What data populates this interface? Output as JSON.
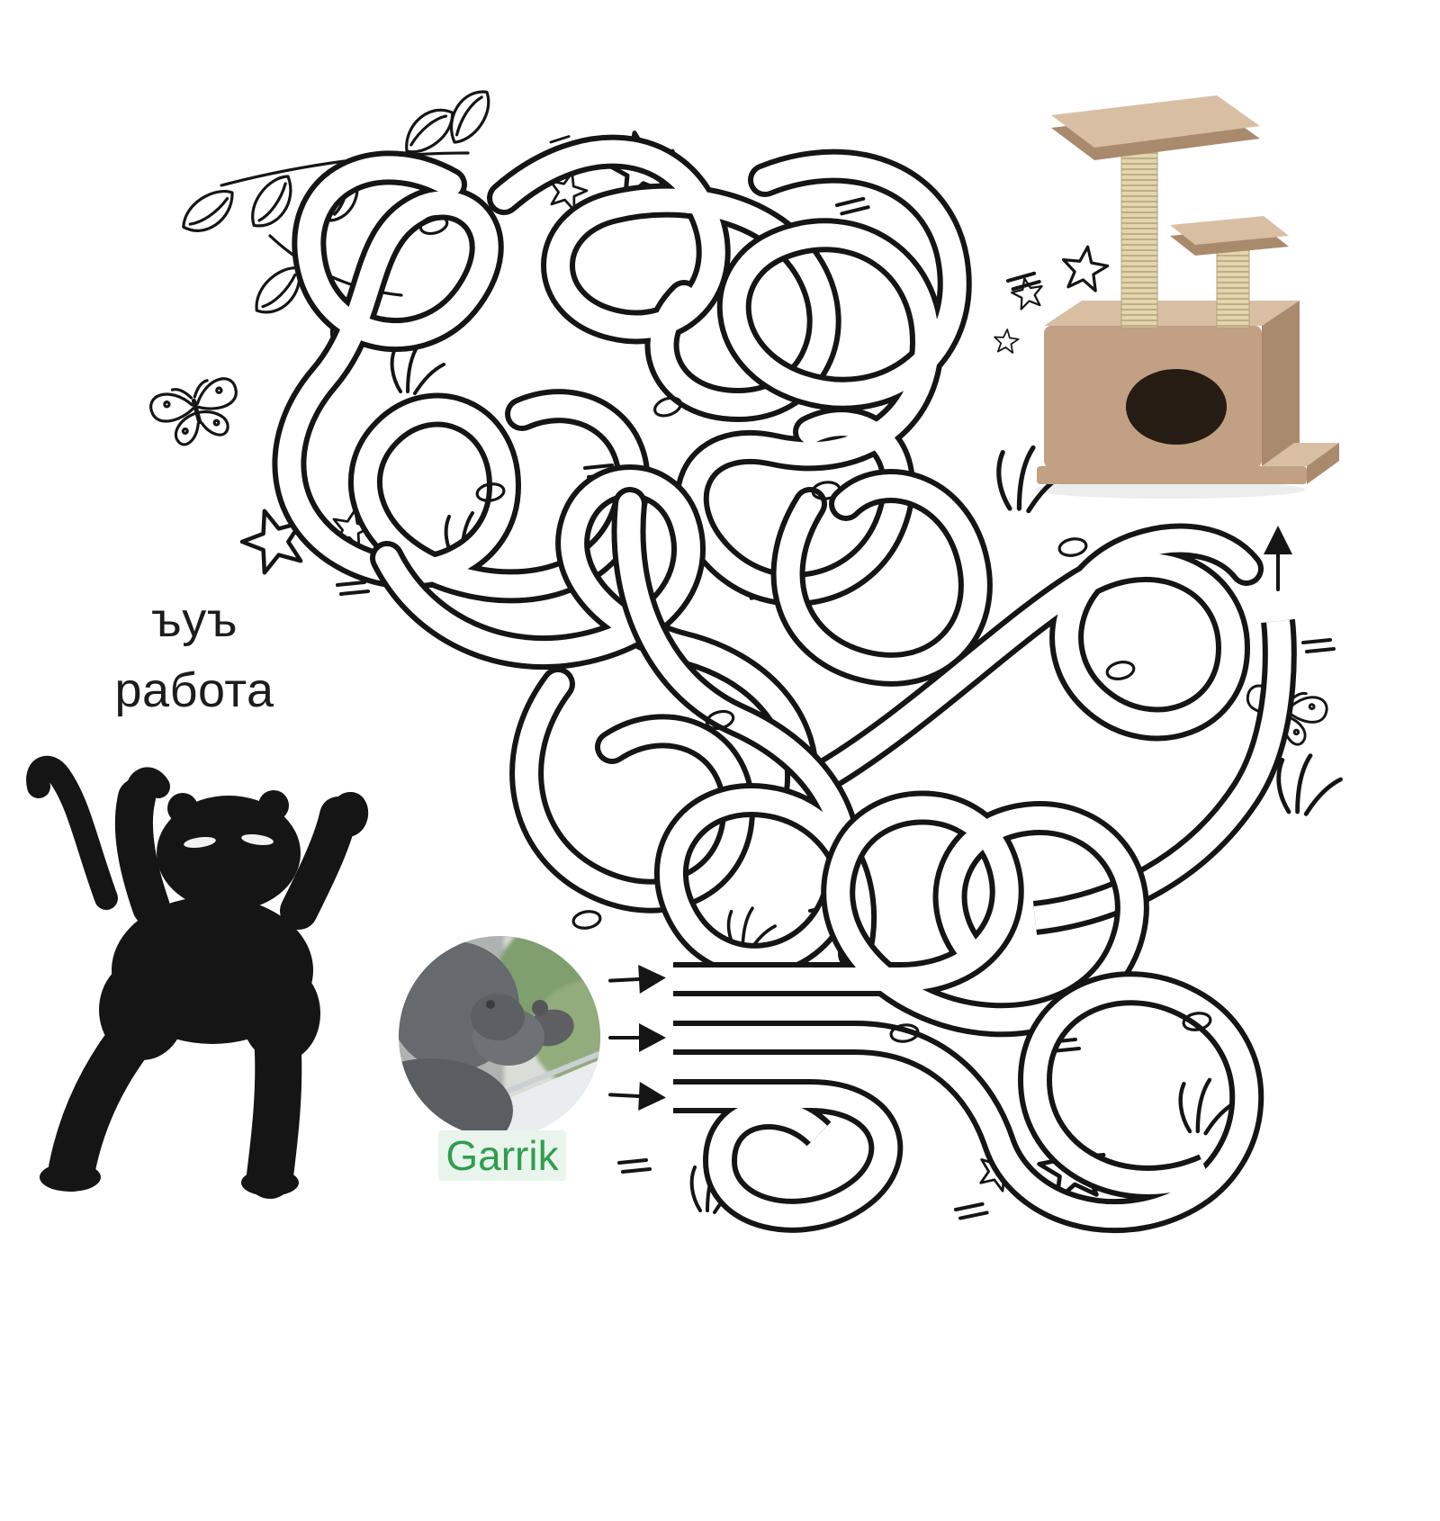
{
  "caption": {
    "line1": "ъуъ",
    "line2": "работа"
  },
  "avatar": {
    "label": "Garrik"
  },
  "maze": {
    "entrances": 3,
    "exits": 1,
    "exit_direction": "up"
  },
  "colors": {
    "ink": "#151515",
    "background": "#ffffff",
    "label_green": "#2f9e4d",
    "label_bg": "#e9f4ec",
    "carpet": "#c2a084",
    "carpet_light": "#d8bfa4",
    "carpet_dark": "#a98a6c",
    "sisal": "#e3d6ae",
    "hole": "#261c13"
  }
}
